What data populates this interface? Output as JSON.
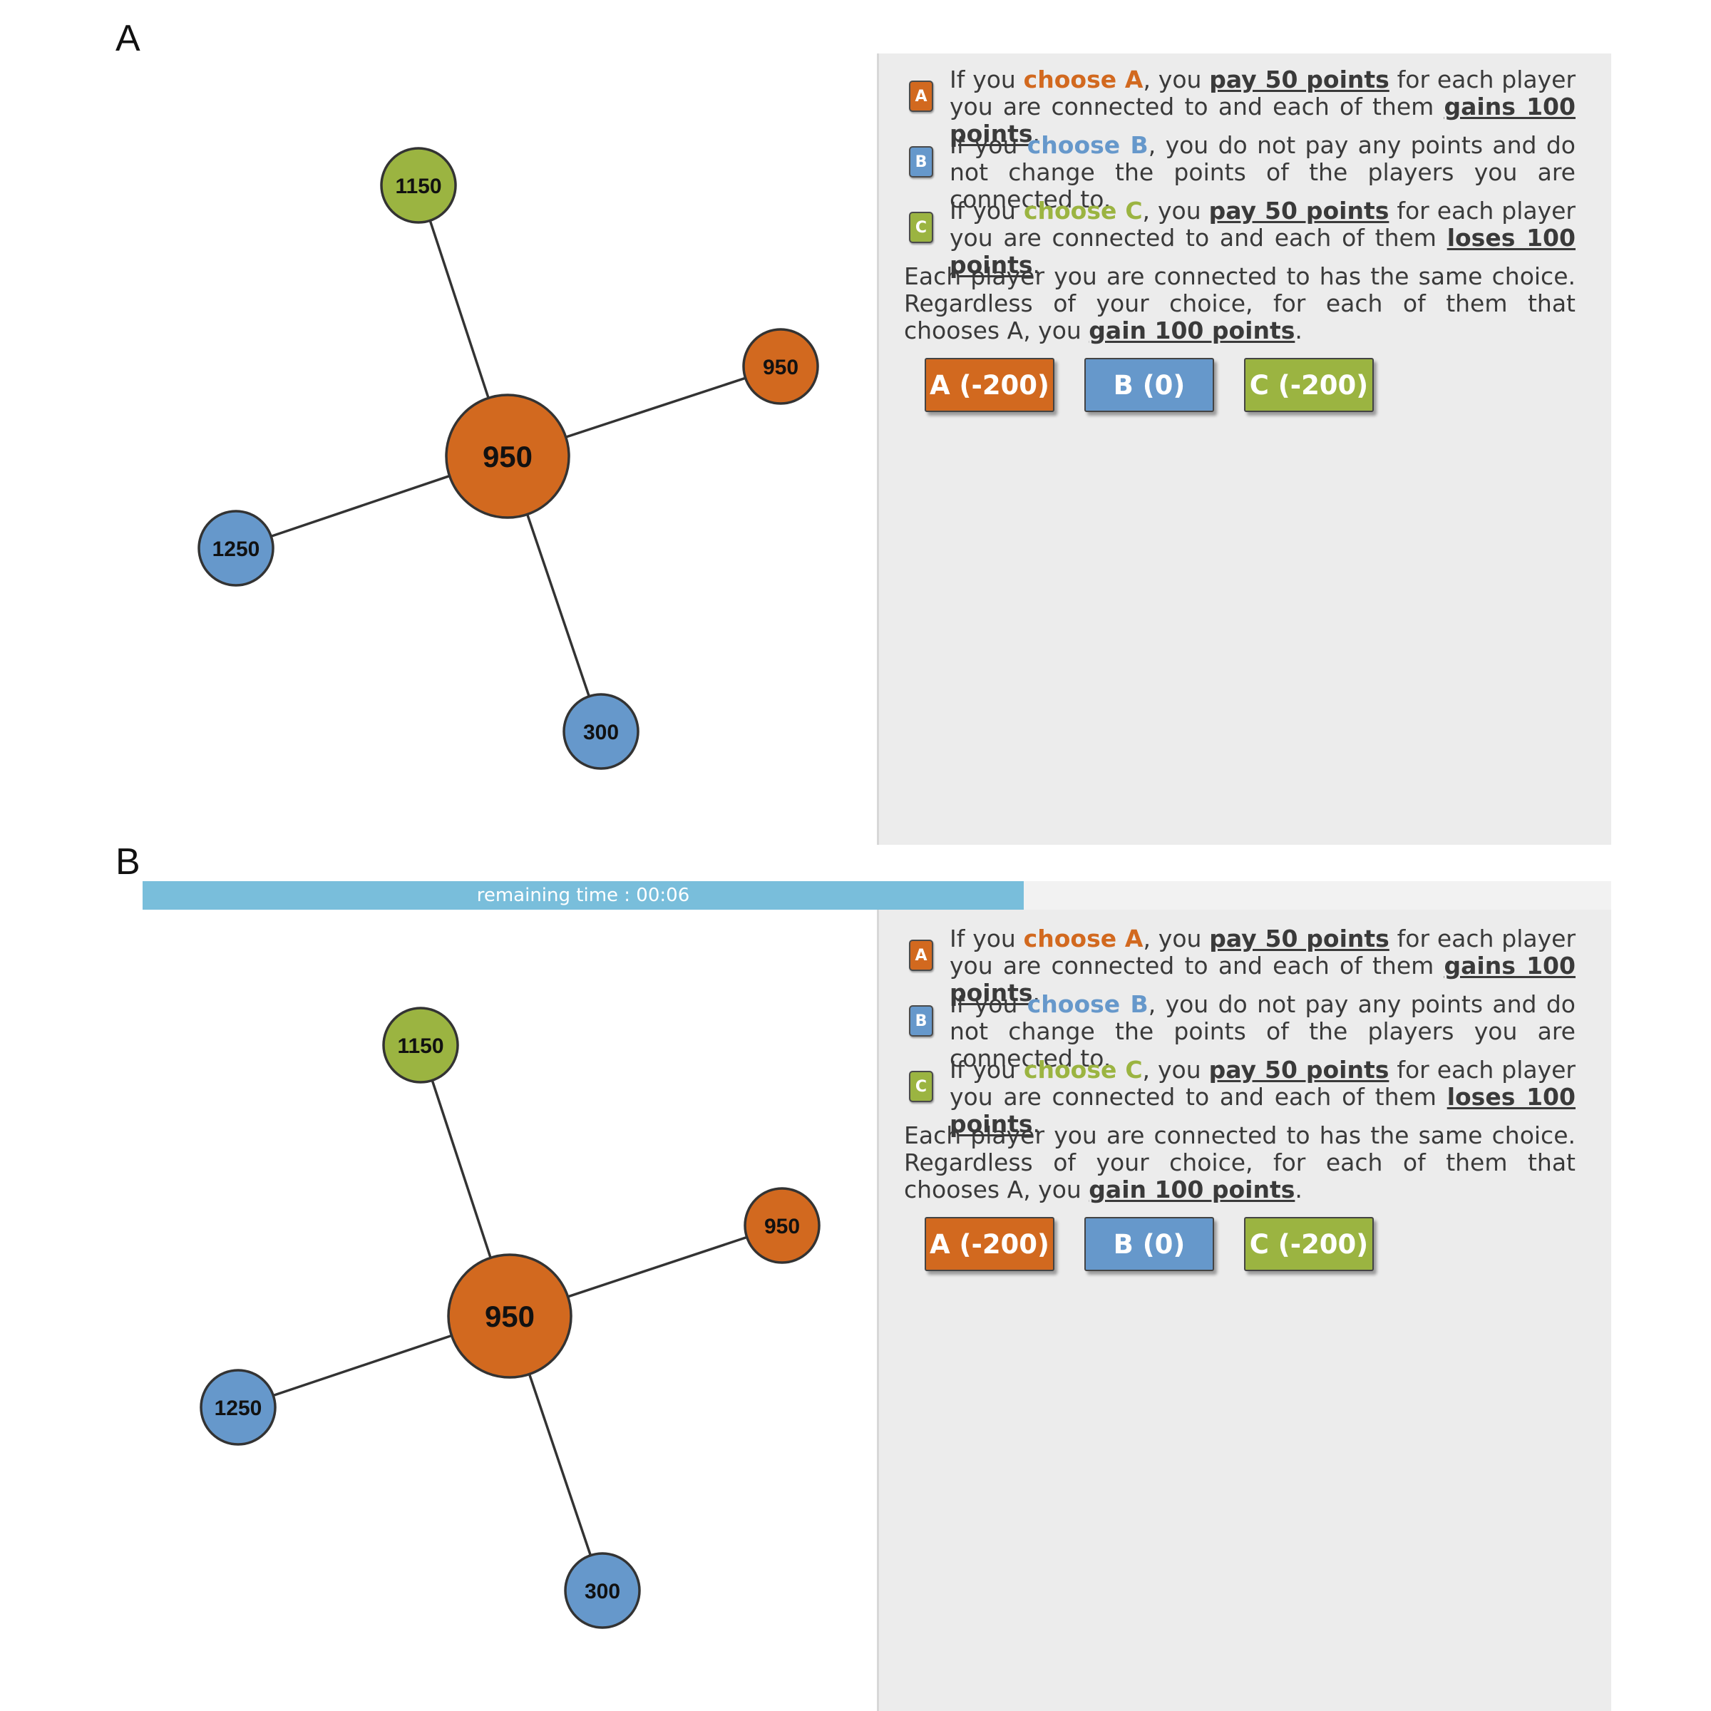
{
  "colors": {
    "a": "#d2691f",
    "b": "#6698cb",
    "c": "#9bb441",
    "timer_fill": "#79bedb",
    "sidebar_bg": "#ececec",
    "edge": "#333333"
  },
  "panels": [
    {
      "label": "A",
      "graph": {
        "center": {
          "value": "950",
          "choice": "a"
        },
        "neighbors": [
          {
            "value": "1150",
            "choice": "c"
          },
          {
            "value": "950",
            "choice": "a"
          },
          {
            "value": "1250",
            "choice": "b"
          },
          {
            "value": "300",
            "choice": "b"
          }
        ]
      },
      "rules": [
        {
          "icon": "A",
          "t1": "If you ",
          "choice": "choose A",
          "t2": ", you ",
          "pay": "pay 50 points",
          "t3": " for each player you are connected to and each of them ",
          "effect": "gains 100 points",
          "t4": "."
        },
        {
          "icon": "B",
          "t1": "If you ",
          "choice": "choose B",
          "t2": ", you do not pay any points and do not change the points of the players you are connected to."
        },
        {
          "icon": "C",
          "t1": "If you ",
          "choice": "choose C",
          "t2": ", you ",
          "pay": "pay 50 points",
          "t3": " for each player you are connected to and each of them ",
          "effect": "loses 100 points",
          "t4": "."
        }
      ],
      "note": {
        "text": "Each player you are connected to has the same choice. Regardless of your choice, for each of them that chooses A, you ",
        "emph": "gain 100 points",
        "end": "."
      },
      "buttons": {
        "a": "A (-200)",
        "b": "B (0)",
        "c": "C (-200)"
      }
    },
    {
      "label": "B",
      "timer": {
        "text": "remaining time : 00:06",
        "fraction": 0.6
      },
      "graph": {
        "center": {
          "value": "950",
          "choice": "a"
        },
        "neighbors": [
          {
            "value": "1150",
            "choice": "c"
          },
          {
            "value": "950",
            "choice": "a"
          },
          {
            "value": "1250",
            "choice": "b"
          },
          {
            "value": "300",
            "choice": "b"
          }
        ]
      },
      "rules": [
        {
          "icon": "A",
          "t1": "If you ",
          "choice": "choose A",
          "t2": ", you ",
          "pay": "pay 50 points",
          "t3": " for each player you are connected to and each of them ",
          "effect": "gains 100 points",
          "t4": "."
        },
        {
          "icon": "B",
          "t1": "If you ",
          "choice": "choose B",
          "t2": ", you do not pay any points and do not change the points of the players you are connected to."
        },
        {
          "icon": "C",
          "t1": "If you ",
          "choice": "choose C",
          "t2": ", you ",
          "pay": "pay 50 points",
          "t3": " for each player you are connected to and each of them ",
          "effect": "loses 100 points",
          "t4": "."
        }
      ],
      "note": {
        "text": "Each player you are connected to has the same choice. Regardless of your choice, for each of them that chooses A, you ",
        "emph": "gain 100 points",
        "end": "."
      },
      "buttons": {
        "a": "A (-200)",
        "b": "B (0)",
        "c": "C (-200)"
      }
    }
  ]
}
